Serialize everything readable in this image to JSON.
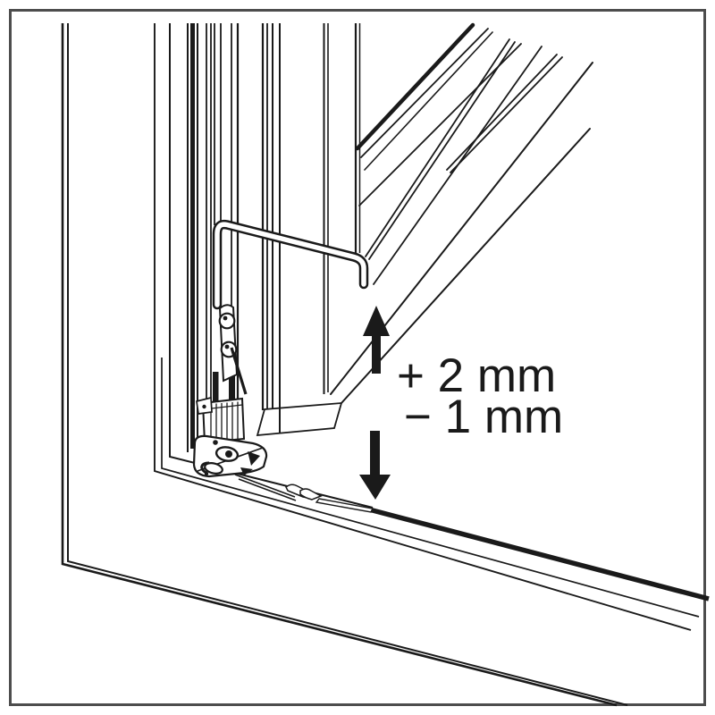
{
  "diagram": {
    "type": "technical-illustration",
    "subject": "window-corner-hinge-height-adjustment",
    "background_color": "#ffffff",
    "line_color": "#1a1a1a",
    "border_color": "#4d4d4d",
    "labels": {
      "raise": "+ 2 mm",
      "lower": "− 1 mm"
    },
    "icons": {
      "up_arrow": "arrow-up-filled",
      "down_arrow": "arrow-down-filled",
      "hex_key": "allen-key",
      "corner_hinge": "pivot-hinge-with-adjustment"
    }
  }
}
